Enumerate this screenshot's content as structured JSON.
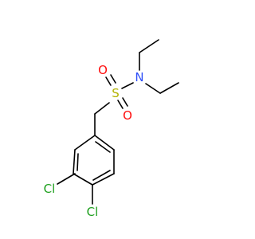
{
  "molecule": {
    "atoms": {
      "o_top": {
        "text": "O",
        "color": "#ff0d0d"
      },
      "o_bottom": {
        "text": "O",
        "color": "#ff0d0d"
      },
      "s": {
        "text": "S",
        "color": "#b2b200"
      },
      "n": {
        "text": "N",
        "color": "#3050f8"
      },
      "cl_upper": {
        "text": "Cl",
        "color": "#1fa01f"
      },
      "cl_lower": {
        "text": "Cl",
        "color": "#1fa01f"
      }
    },
    "bond_color": "#000000"
  }
}
